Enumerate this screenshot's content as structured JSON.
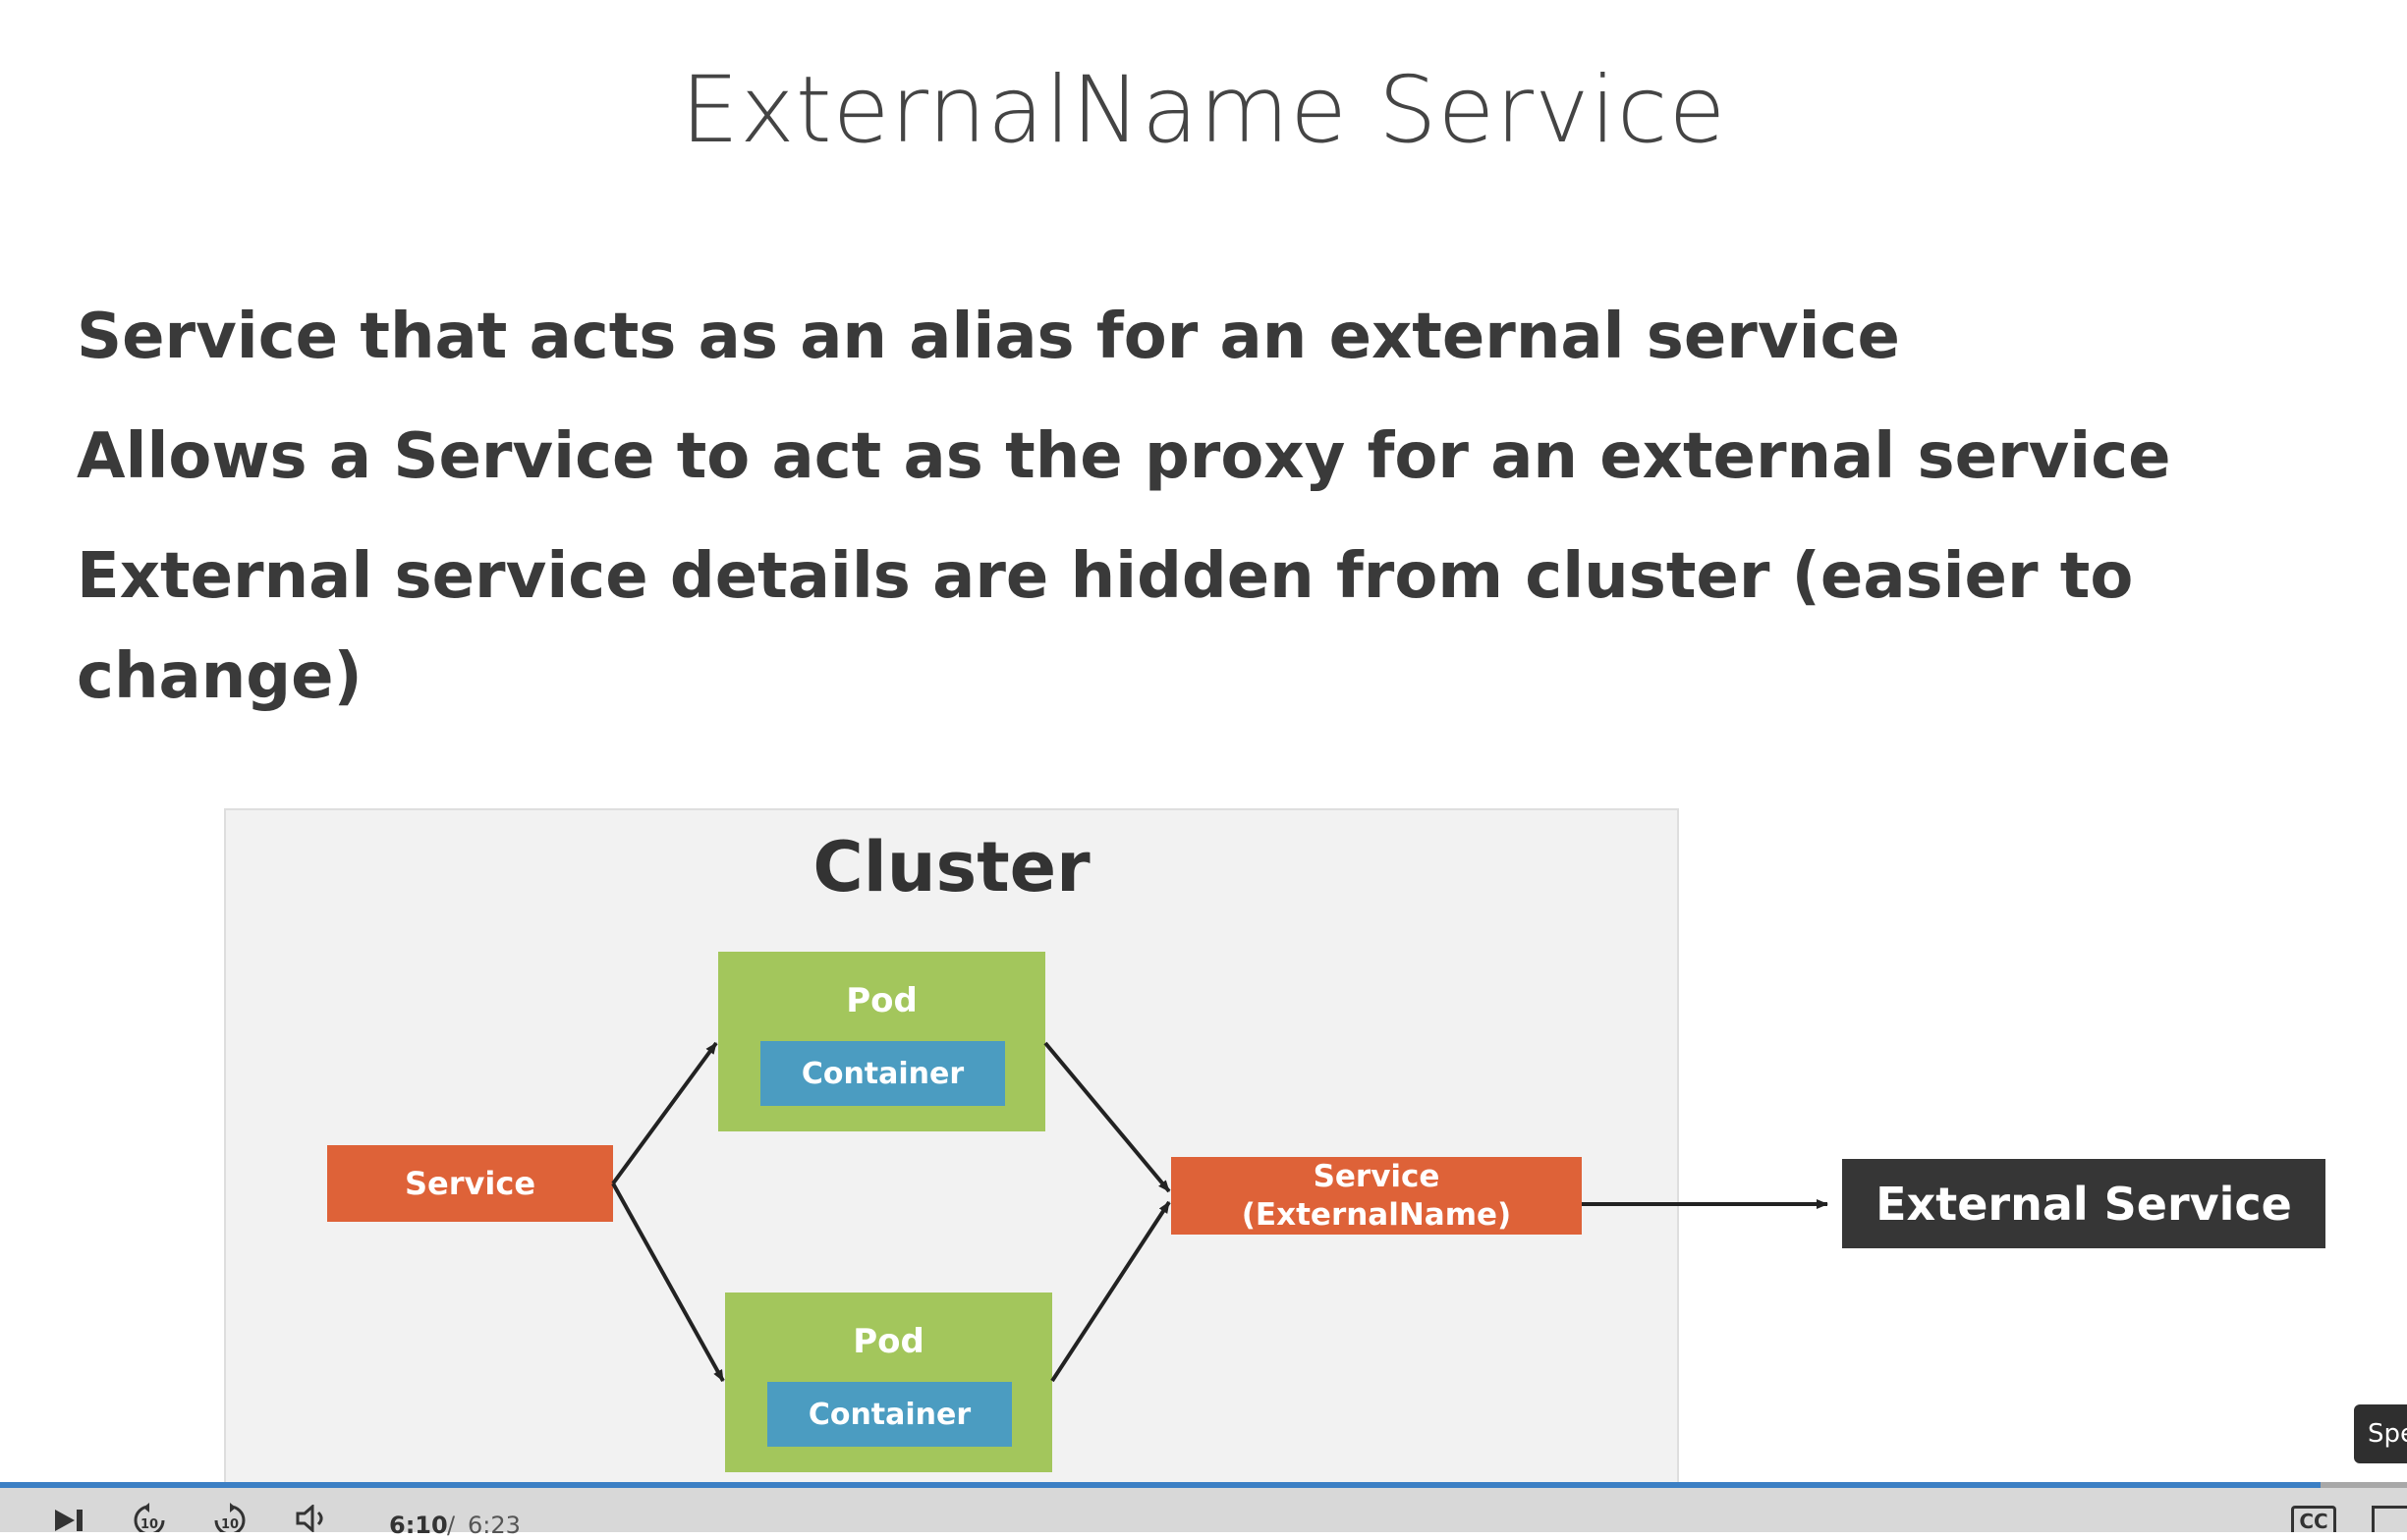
{
  "slide": {
    "title": "ExternalName Service",
    "bullets": [
      "Service that acts as an alias for an external service",
      "Allows a Service to act as the proxy for an external service",
      "External service details are hidden from cluster (easier to",
      "change)"
    ]
  },
  "diagram": {
    "cluster_label": "Cluster",
    "pod_top": {
      "label": "Pod",
      "container": "Container"
    },
    "pod_bottom": {
      "label": "Pod",
      "container": "Container"
    },
    "service_label": "Service",
    "externalname_line1": "Service",
    "externalname_line2": "(ExternalName)",
    "external_service_label": "External Service"
  },
  "player": {
    "progress_fraction": 0.964,
    "current_time": "6:10",
    "separator": "/",
    "total_time": "6:23",
    "rewind_label": "10",
    "forward_label": "10",
    "cc_label": "CC",
    "tooltip_text": "Spe"
  },
  "colors": {
    "service_orange": "#de6238",
    "pod_green": "#a3c65c",
    "container_blue": "#4b9cc1",
    "external_dark": "#363636",
    "progress_blue": "#3b7fc4"
  },
  "icons": [
    "next-icon",
    "rewind-10-icon",
    "forward-10-icon",
    "volume-icon",
    "cc-icon",
    "fullscreen-icon"
  ]
}
